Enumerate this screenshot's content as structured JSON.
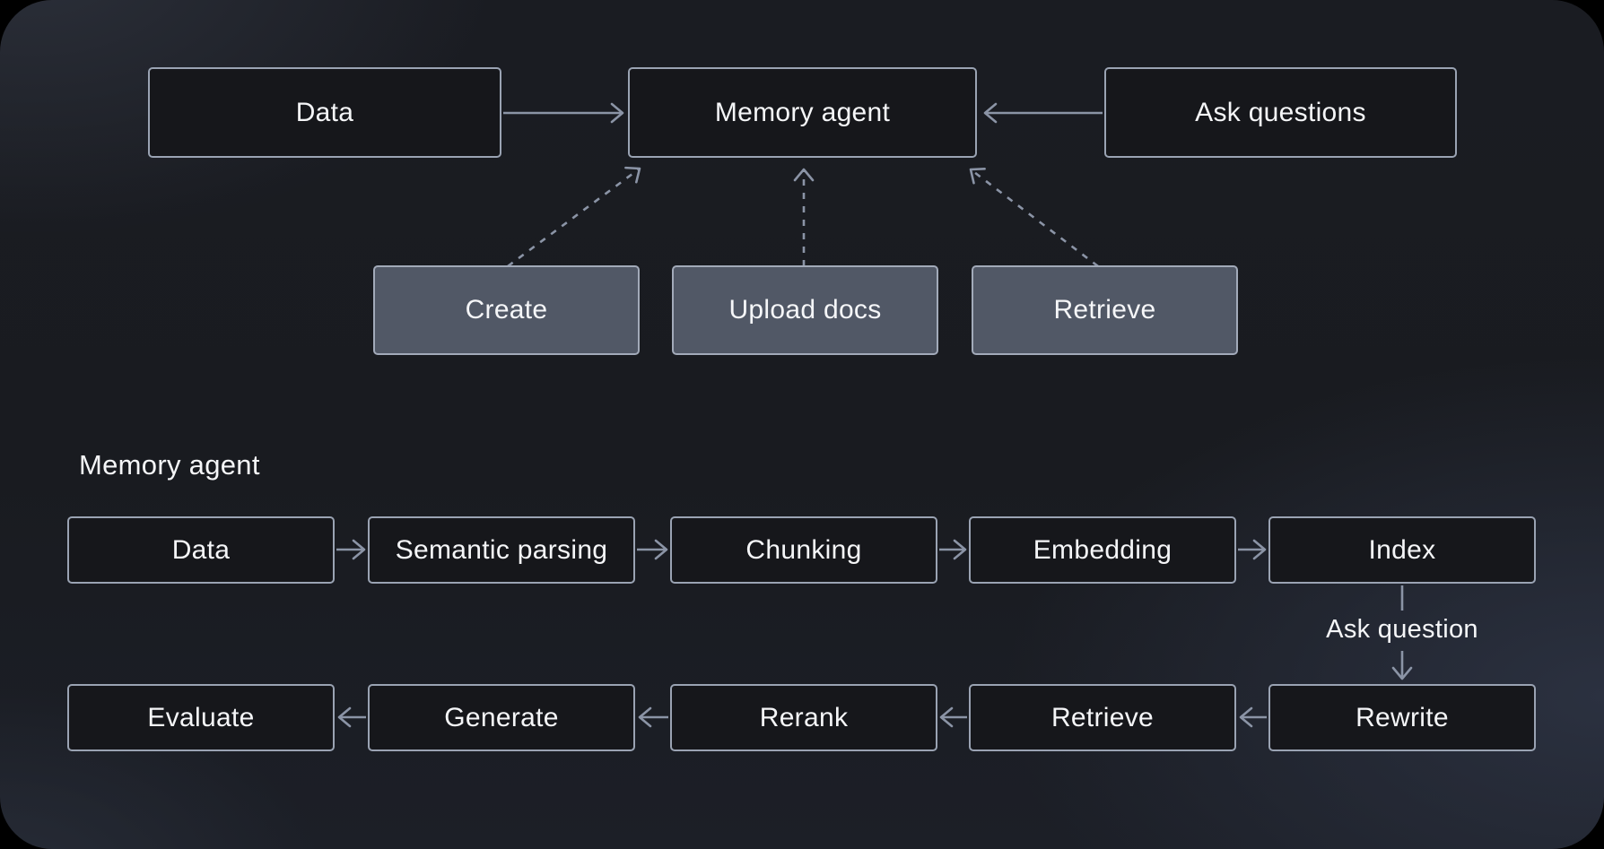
{
  "colors": {
    "connector": "#8b94a6",
    "node_border": "#9aa3b3",
    "node_dark_bg": "#16171b",
    "node_gray_bg": "#515866",
    "text": "#f5f6f8"
  },
  "overview": {
    "nodes": {
      "data": "Data",
      "memory_agent": "Memory agent",
      "ask_questions": "Ask questions"
    },
    "actions": {
      "create": "Create",
      "upload_docs": "Upload docs",
      "retrieve": "Retrieve"
    },
    "edges": [
      {
        "from": "Data",
        "to": "Memory agent",
        "style": "solid"
      },
      {
        "from": "Ask questions",
        "to": "Memory agent",
        "style": "solid"
      },
      {
        "from": "Create",
        "to": "Memory agent",
        "style": "dashed"
      },
      {
        "from": "Upload docs",
        "to": "Memory agent",
        "style": "dashed"
      },
      {
        "from": "Retrieve",
        "to": "Memory agent",
        "style": "dashed"
      }
    ]
  },
  "detail": {
    "title": "Memory agent",
    "pipeline_top": [
      "Data",
      "Semantic parsing",
      "Chunking",
      "Embedding",
      "Index"
    ],
    "connector_label": "Ask question",
    "pipeline_bottom": [
      "Evaluate",
      "Generate",
      "Rerank",
      "Retrieve",
      "Rewrite"
    ],
    "edges": [
      {
        "from": "Data",
        "to": "Semantic parsing",
        "style": "solid"
      },
      {
        "from": "Semantic parsing",
        "to": "Chunking",
        "style": "solid"
      },
      {
        "from": "Chunking",
        "to": "Embedding",
        "style": "solid"
      },
      {
        "from": "Embedding",
        "to": "Index",
        "style": "solid"
      },
      {
        "from": "Index",
        "to": "Rewrite",
        "style": "solid",
        "label": "Ask question"
      },
      {
        "from": "Rewrite",
        "to": "Retrieve",
        "style": "solid"
      },
      {
        "from": "Retrieve",
        "to": "Rerank",
        "style": "solid"
      },
      {
        "from": "Rerank",
        "to": "Generate",
        "style": "solid"
      },
      {
        "from": "Generate",
        "to": "Evaluate",
        "style": "solid"
      }
    ]
  }
}
